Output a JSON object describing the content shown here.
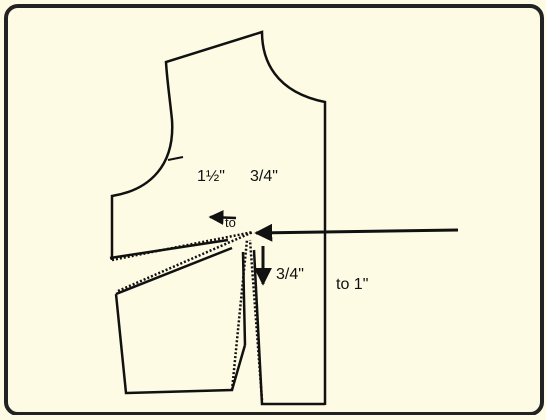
{
  "colors": {
    "background": "#fdfbe4",
    "frame_stroke": "#222222",
    "line": "#111111"
  },
  "labels": {
    "one_and_half": "1½\"",
    "three_quarters_top": "3/4\"",
    "to_small": "to",
    "three_quarters_arrow": "3/4\"",
    "to_one_inch": "to  1\""
  }
}
